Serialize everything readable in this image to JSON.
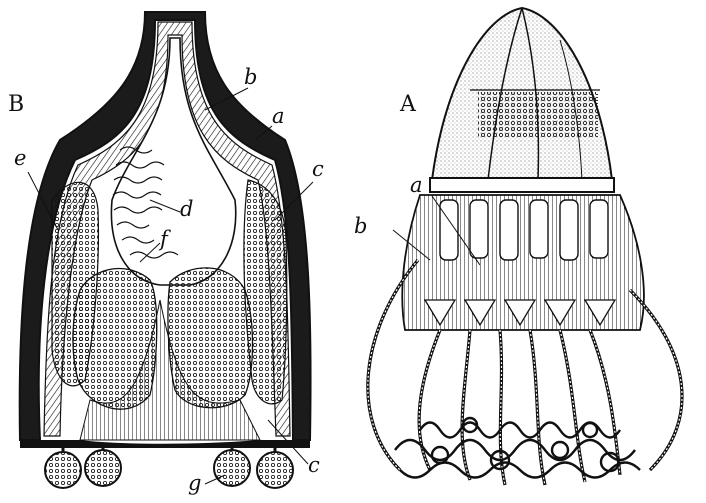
{
  "panels": {
    "left": {
      "letter": "B",
      "labels": {
        "a": "a",
        "b": "b",
        "c1": "c",
        "c2": "c",
        "d": "d",
        "e": "e",
        "f": "f",
        "g": "g"
      }
    },
    "right": {
      "letter": "A",
      "labels": {
        "a": "a",
        "b": "b"
      }
    }
  },
  "colors": {
    "ink": "#111111",
    "paper": "#ffffff"
  }
}
